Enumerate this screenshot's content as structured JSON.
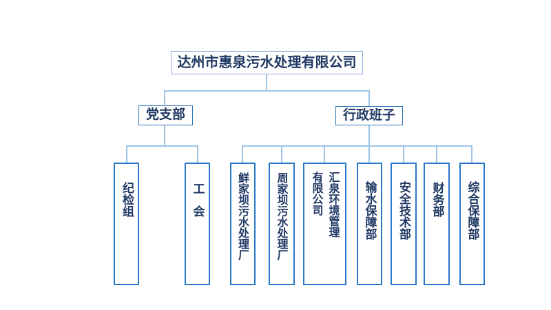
{
  "slide": {
    "background": "#ffffff"
  },
  "colors": {
    "text": "#1f3864",
    "root_box_border": "#8faadc",
    "branch_box_border": "#2e74b5",
    "dept_box_border": "#2778c8",
    "connector_line": "#9dc3e6"
  },
  "org": {
    "root": {
      "label": "达州市惠泉污水处理有限公司"
    },
    "branches": [
      {
        "label": "党支部",
        "children": [
          {
            "label": "纪检组"
          },
          {
            "label": "工会"
          }
        ]
      },
      {
        "label": "行政班子",
        "children": [
          {
            "label": "鲜家坝污水处理厂"
          },
          {
            "label": "周家坝污水处理厂"
          },
          {
            "label": "汇泉环境管理有限公司",
            "lines": [
              "汇泉环境管理",
              "有限公司"
            ]
          },
          {
            "label": "输水保障部"
          },
          {
            "label": "安全技术部"
          },
          {
            "label": "财务部"
          },
          {
            "label": "综合保障部"
          }
        ]
      }
    ]
  }
}
